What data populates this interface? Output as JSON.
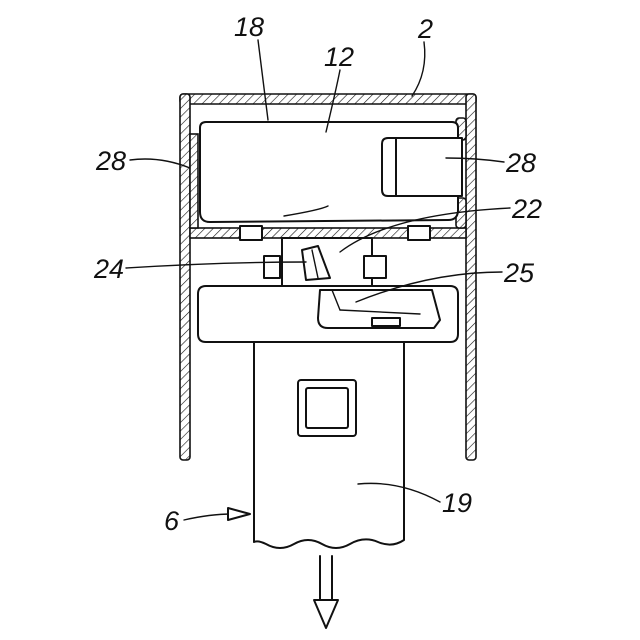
{
  "labels": {
    "l2": "2",
    "l6": "6",
    "l12": "12",
    "l18": "18",
    "l19": "19",
    "l22": "22",
    "l24": "24",
    "l25": "25",
    "l28_left": "28",
    "l28_right": "28"
  }
}
